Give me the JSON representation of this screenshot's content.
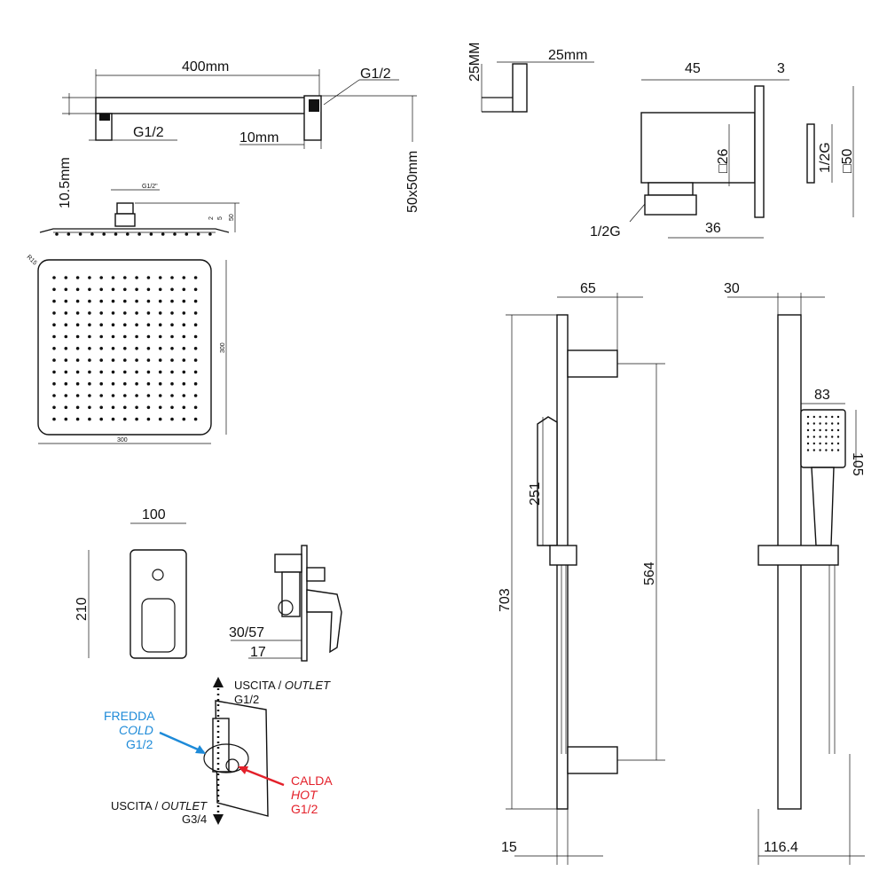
{
  "arm": {
    "length": "400mm",
    "thread_wall": "G1/2",
    "thread_head": "G1/2",
    "offset": "10.5mm",
    "flange": "10mm",
    "section": "50x50mm"
  },
  "head_side": {
    "thread": "G1/2\"",
    "d1": "2",
    "d2": "5",
    "height": "50"
  },
  "head_face": {
    "radius": "R15",
    "width": "300",
    "height": "300"
  },
  "outlet_elbow": {
    "height": "25MM",
    "width": "25mm"
  },
  "wall_outlet": {
    "depth": "45",
    "plate": "3",
    "inner": "□26",
    "thread_right": "1/2G",
    "outer": "□50",
    "thread_bottom": "1/2G",
    "spout": "36"
  },
  "control_plate": {
    "width": "100",
    "height": "210"
  },
  "valve_side": {
    "depth": "30/57",
    "plate_offset": "17"
  },
  "valve_iso": {
    "outlet_top_a": "USCITA / ",
    "outlet_top_b": "OUTLET",
    "outlet_top_thread": "G1/2",
    "cold_a": "FREDDA",
    "cold_b": "COLD",
    "cold_thread": "G1/2",
    "hot_a": "CALDA",
    "hot_b": "HOT",
    "hot_thread": "G1/2",
    "outlet_bottom_a": "USCITA / ",
    "outlet_bottom_b": "OUTLET",
    "outlet_bottom_thread": "G3/4",
    "cold_color": "#1d8ad8",
    "hot_color": "#e3202a"
  },
  "slide_bar": {
    "bracket_depth": "65",
    "total": "703",
    "handset": "251",
    "centers": "564",
    "bar_width": "15"
  },
  "slide_side": {
    "bar_depth": "30",
    "head_width": "83",
    "head_height": "105",
    "overall": "116.4"
  }
}
